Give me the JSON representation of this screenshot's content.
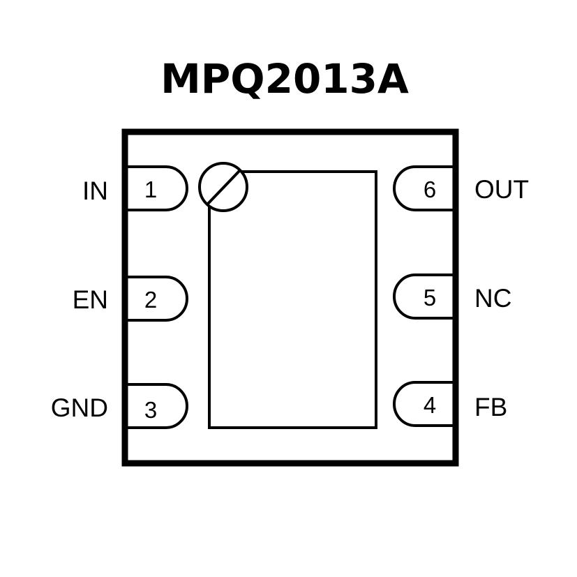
{
  "title": "MPQ2013A",
  "colors": {
    "stroke": "#000000",
    "background": "#ffffff"
  },
  "pins_left": [
    {
      "number": "1",
      "name": "IN"
    },
    {
      "number": "2",
      "name": "EN"
    },
    {
      "number": "3",
      "name": "GND"
    }
  ],
  "pins_right": [
    {
      "number": "6",
      "name": "OUT"
    },
    {
      "number": "5",
      "name": "NC"
    },
    {
      "number": "4",
      "name": "FB"
    }
  ]
}
